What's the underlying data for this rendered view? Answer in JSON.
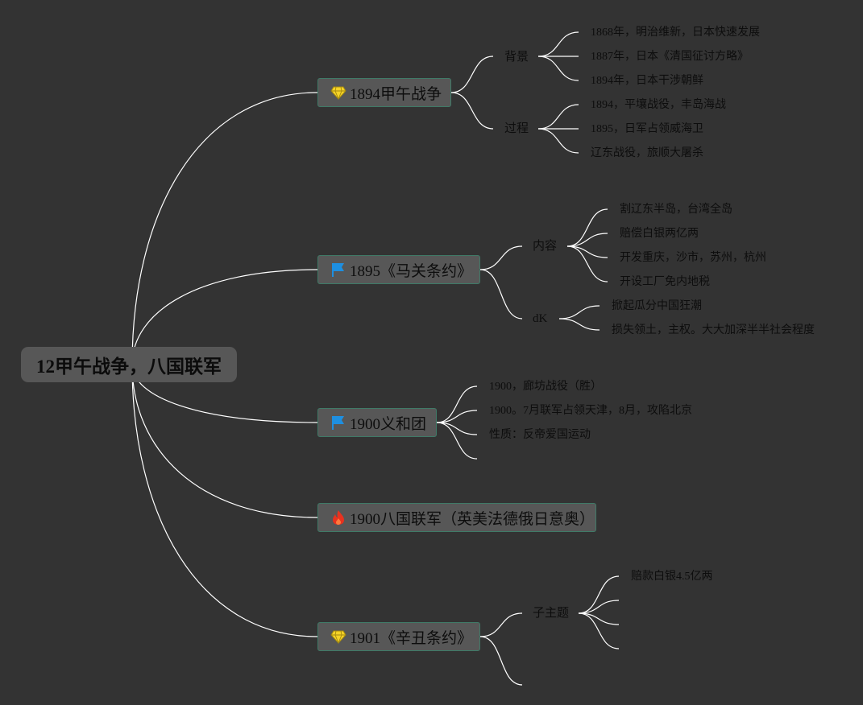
{
  "root": {
    "label": "12甲午战争，八国联军"
  },
  "topics": [
    {
      "label": "1894甲午战争",
      "icon": "diamond-icon",
      "subs": [
        {
          "label": "背景",
          "leaves": [
            "1868年，明治维新，日本快速发展",
            "1887年，日本《清国征讨方略》",
            "1894年，日本干涉朝鲜"
          ]
        },
        {
          "label": "过程",
          "leaves": [
            "1894，平壤战役，丰岛海战",
            "1895，日军占领威海卫",
            "辽东战役，旅顺大屠杀"
          ]
        }
      ]
    },
    {
      "label": "1895《马关条约》",
      "icon": "flag-icon",
      "subs": [
        {
          "label": "内容",
          "leaves": [
            "割辽东半岛，台湾全岛",
            "赔偿白银两亿两",
            "开发重庆，沙市，苏州，杭州",
            "开设工厂免内地税"
          ]
        },
        {
          "label": "dK",
          "leaves": [
            "掀起瓜分中国狂潮",
            "损失领土，主权。大大加深半半社会程度"
          ]
        }
      ]
    },
    {
      "label": "1900义和团",
      "icon": "flag-icon",
      "leaves": [
        "1900，廊坊战役（胜）",
        "1900。7月联军占领天津，8月，攻陷北京",
        "性质：反帝爱国运动",
        ""
      ]
    },
    {
      "label": "1900八国联军（英美法德俄日意奥）",
      "icon": "flame-icon"
    },
    {
      "label": "1901《辛丑条约》",
      "icon": "diamond-icon",
      "subs": [
        {
          "label": "子主题",
          "leaves": [
            "赔款白银4.5亿两",
            "",
            "",
            ""
          ]
        },
        {
          "label": "",
          "leaves": []
        }
      ]
    }
  ],
  "colors": {
    "background": "#333333",
    "node_fill": "#575757",
    "node_border": "#3f7a67",
    "line": "#ffffff",
    "diamond": "#f5d327",
    "flag": "#1e8fe0",
    "flame": "#e8321f"
  }
}
